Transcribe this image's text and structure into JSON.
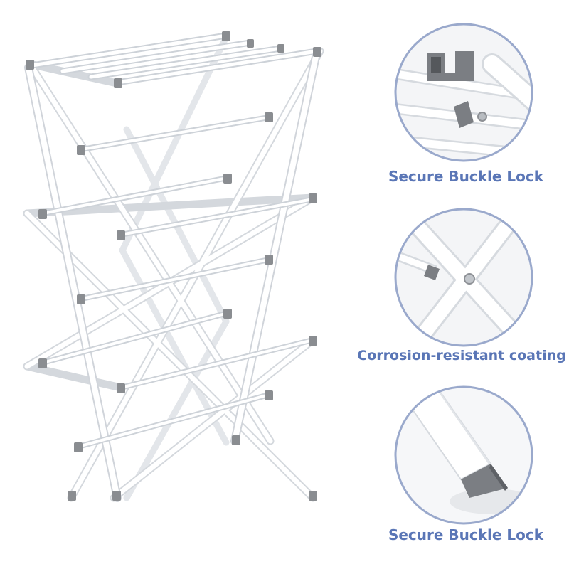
{
  "colors": {
    "frame": "#ffffff",
    "frame_stroke": "#cfd3d8",
    "joint": "#8a8d91",
    "circle_border": "#9aa9cc",
    "caption": "#5a76b6"
  },
  "details": [
    {
      "caption": "Secure Buckle Lock",
      "icon": "buckle-lock-closeup"
    },
    {
      "caption": "Corrosion-resistant coating",
      "icon": "x-joint-closeup"
    },
    {
      "caption": "Secure Buckle Lock",
      "icon": "foot-cap-closeup"
    }
  ]
}
